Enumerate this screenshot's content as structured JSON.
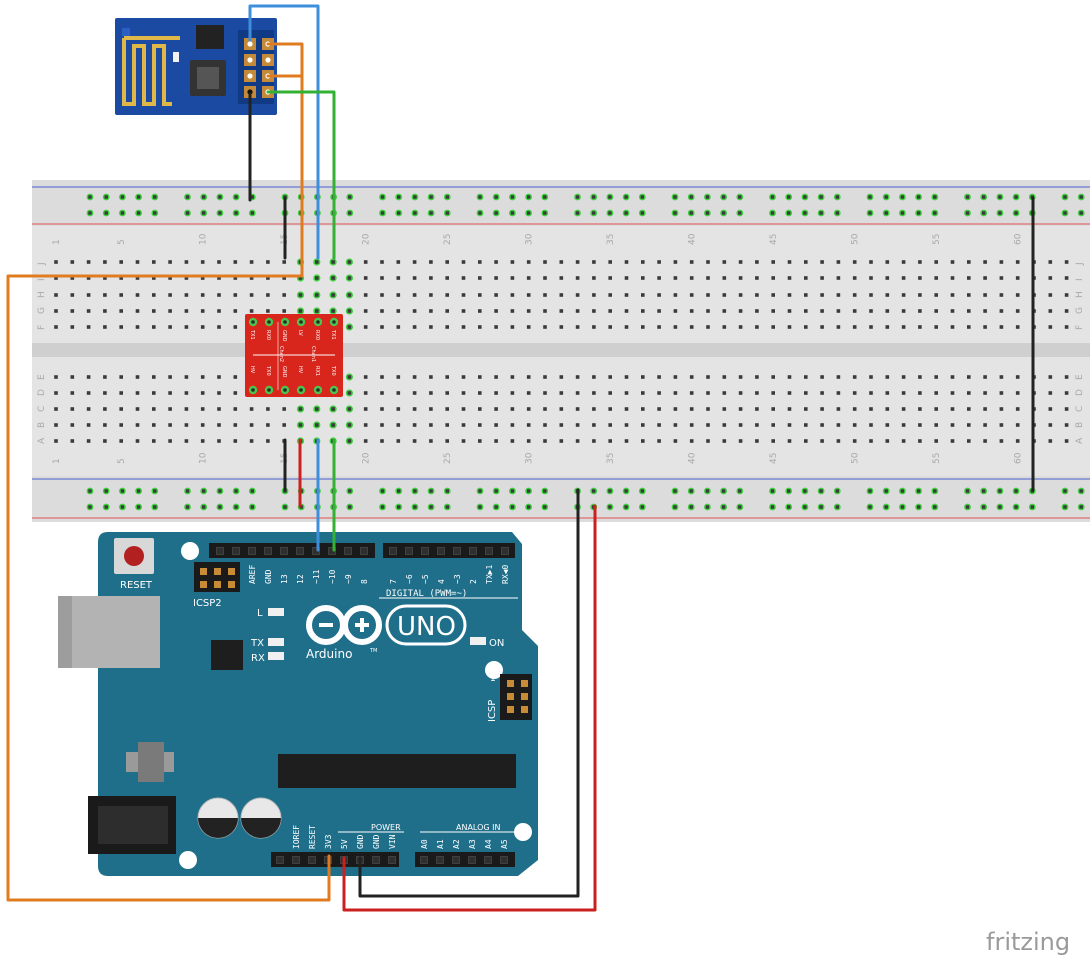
{
  "breadboard": {
    "column_numbers": [
      "1",
      "5",
      "10",
      "15",
      "20",
      "25",
      "30",
      "35",
      "40",
      "45",
      "50",
      "55",
      "60"
    ],
    "row_letters_top": [
      "J",
      "I",
      "H",
      "G",
      "F"
    ],
    "row_letters_bottom": [
      "E",
      "D",
      "C",
      "B",
      "A"
    ]
  },
  "level_shifter": {
    "top_pins": [
      "TX1",
      "RX0",
      "GND",
      "LV",
      "RX0",
      "TX1",
      "LV"
    ],
    "bottom_pins": [
      "HV",
      "TX0",
      "GND",
      "HV",
      "RX1",
      "TX0",
      "HV"
    ],
    "channel_labels": [
      "Chan2",
      "Chan1"
    ]
  },
  "arduino": {
    "reset_label": "RESET",
    "icsp2_label": "ICSP2",
    "icsp_label": "ICSP",
    "icsp_pin1": "1",
    "digital_header_label": "DIGITAL (PWM=~)",
    "digital_pins_left": [
      "AREF",
      "GND",
      "13",
      "12",
      "~11",
      "~10",
      "~9",
      "8"
    ],
    "digital_pins_right": [
      "7",
      "~6",
      "~5",
      "4",
      "~3",
      "2",
      "TX▶1",
      "RX◀0"
    ],
    "led_l": "L",
    "led_tx": "TX",
    "led_rx": "RX",
    "led_on": "ON",
    "uno_text": "UNO",
    "arduino_text": "Arduino",
    "tm": "TM",
    "power_label": "POWER",
    "analog_label": "ANALOG IN",
    "power_pins": [
      "IOREF",
      "RESET",
      "3V3",
      "5V",
      "GND",
      "GND",
      "VIN"
    ],
    "analog_pins": [
      "A0",
      "A1",
      "A2",
      "A3",
      "A4",
      "A5"
    ]
  },
  "watermark": "fritzing",
  "colors": {
    "wire_orange": "#e07b1f",
    "wire_blue": "#3e8ede",
    "wire_green": "#32b132",
    "wire_black": "#222222",
    "wire_red": "#cc1f1f",
    "board_teal": "#1f6f8b",
    "esp_blue": "#1b4aa3",
    "shifter_red": "#d9261c"
  }
}
